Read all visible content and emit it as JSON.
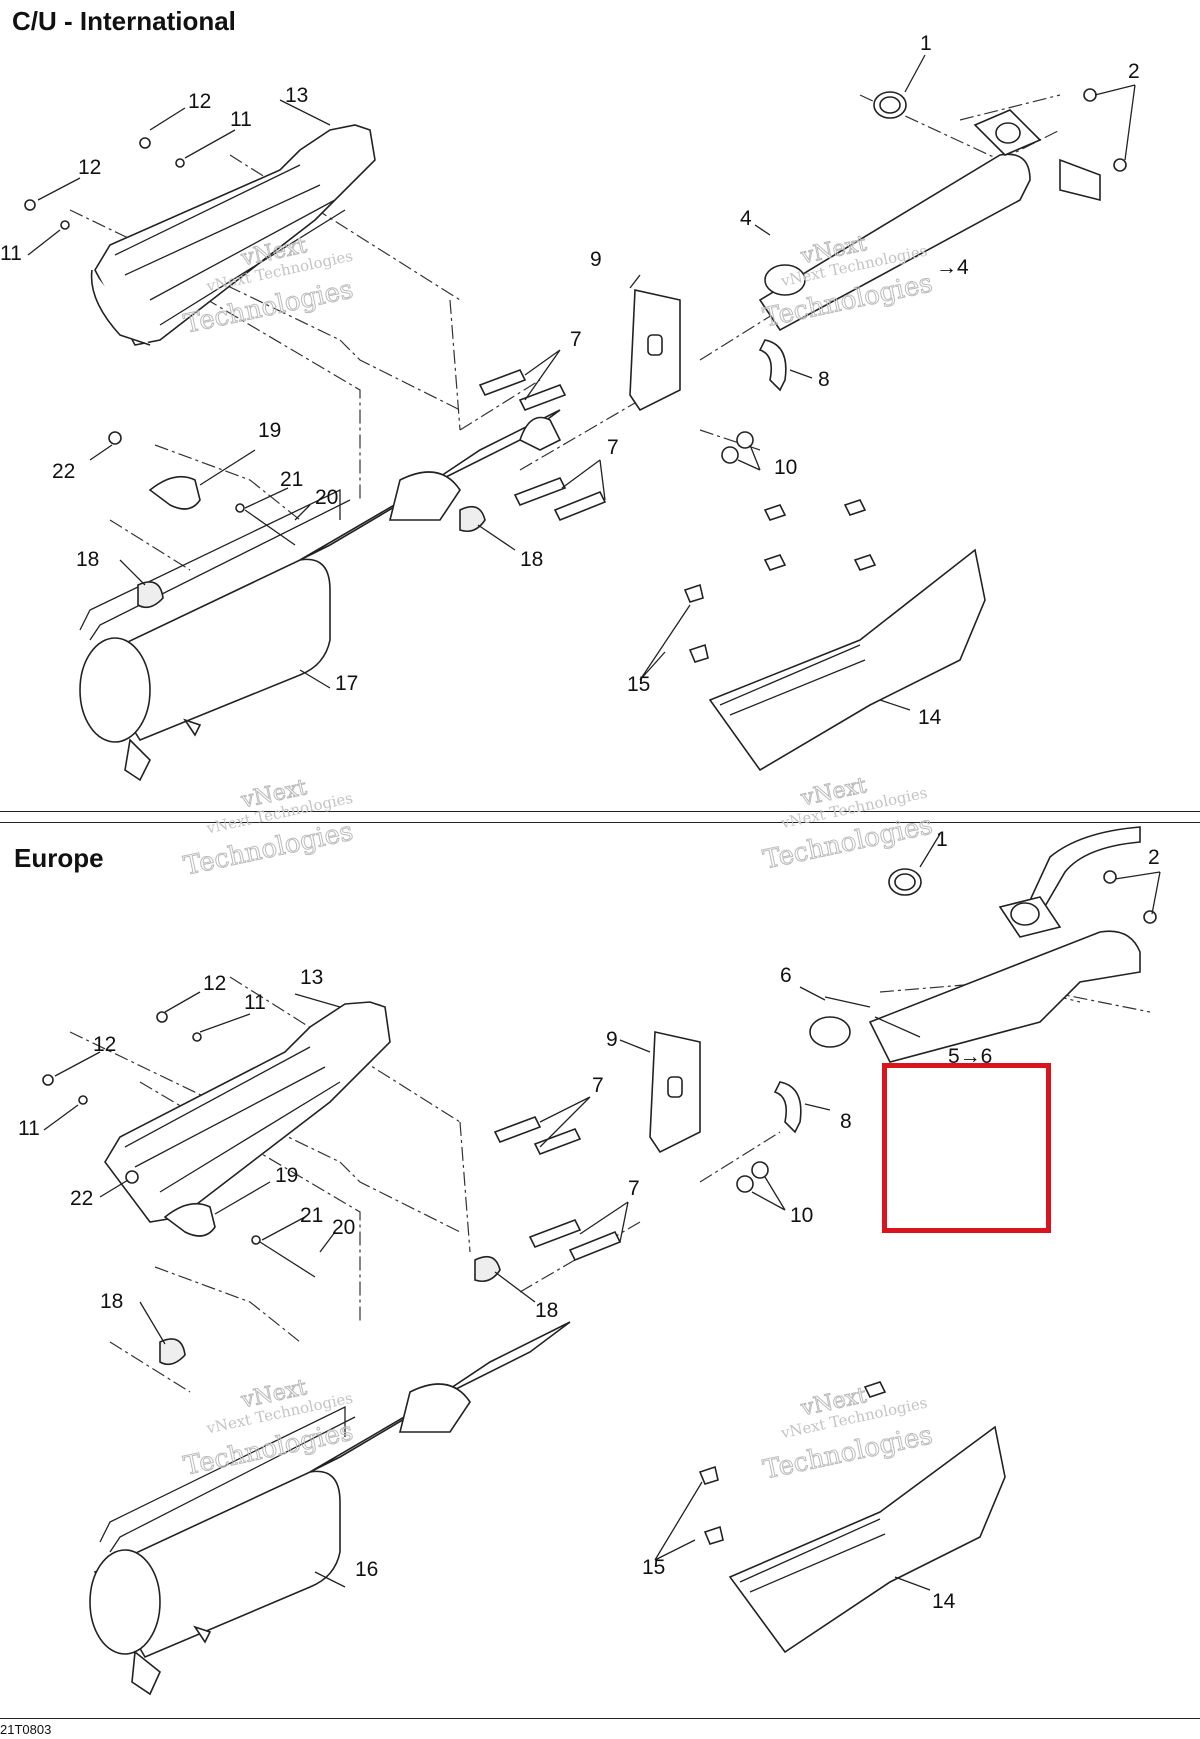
{
  "sections": [
    {
      "title": "C/U - International",
      "callouts": [
        "1",
        "2",
        "4",
        "→4",
        "7",
        "7",
        "8",
        "9",
        "10",
        "11",
        "11",
        "12",
        "12",
        "13",
        "14",
        "15",
        "17",
        "18",
        "18",
        "19",
        "20",
        "21",
        "22"
      ]
    },
    {
      "title": "Europe",
      "callouts": [
        "1",
        "2",
        "5→6",
        "6",
        "7",
        "7",
        "8",
        "9",
        "10",
        "11",
        "11",
        "12",
        "12",
        "13",
        "14",
        "15",
        "16",
        "18",
        "18",
        "19",
        "20",
        "21",
        "22"
      ]
    }
  ],
  "watermark": {
    "line1": "vNext",
    "line2": "vNext Technologies",
    "line3": "Technologies"
  },
  "highlight": {
    "color": "#d9141c",
    "label": "5→6"
  },
  "footer": {
    "code": "21T0803"
  }
}
